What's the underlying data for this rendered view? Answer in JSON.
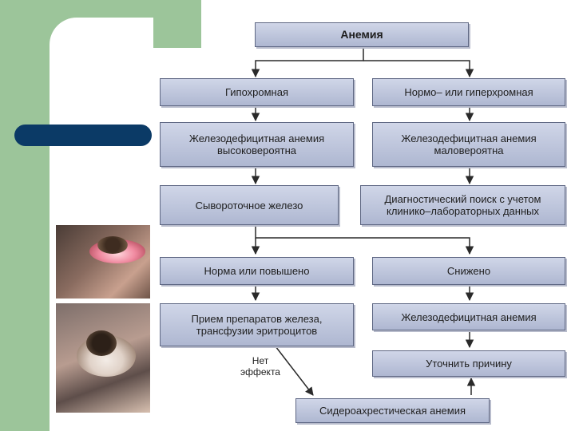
{
  "flowchart": {
    "root": "Анемия",
    "left_branch": {
      "type": "Гипохромная",
      "assessment": "Железодефицитная анемия высоковероятна",
      "test": "Сывороточное железо"
    },
    "right_branch": {
      "type": "Нормо– или гиперхромная",
      "assessment": "Железодефицитная анемия маловероятна",
      "action": "Диагностический поиск с учетом клинико–лабораторных данных"
    },
    "result_normal": "Норма или повышено",
    "result_low": "Снижено",
    "treatment": "Прием препаратов железа, трансфузии эритроцитов",
    "diagnosis_ida": "Железодефицитная анемия",
    "clarify": "Уточнить причину",
    "no_effect_note": "Нет эффекта",
    "final": "Сидероахрестическая анемия"
  },
  "colors": {
    "node_fill": "#bcc4dc",
    "node_border": "#5e6783",
    "accent_green": "#9cc59a",
    "accent_navy": "#0b3a66"
  }
}
